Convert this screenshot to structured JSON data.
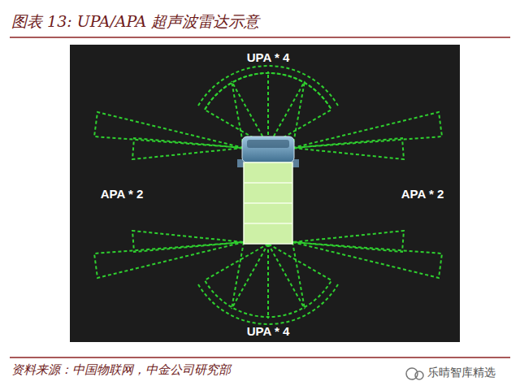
{
  "diagram": {
    "title": "图表 13: UPA/APA 超声波雷达示意",
    "caption": "资料来源：中国物联网，中金公司研究部",
    "labels": [
      "UPA * 4",
      "APA * 2",
      "APA * 2",
      "UPA * 4",
      "乐晴智库精选"
    ]
  }
}
